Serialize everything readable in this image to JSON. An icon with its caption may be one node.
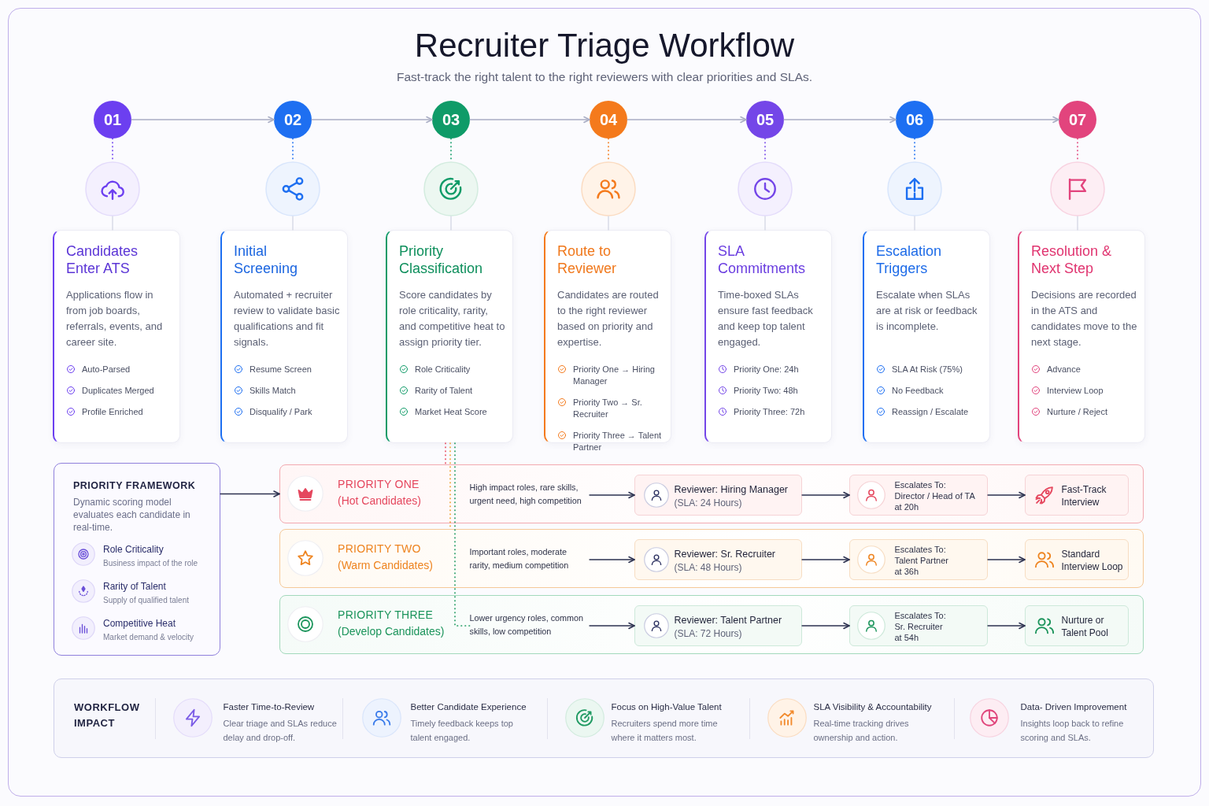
{
  "diagram": {
    "title": "Recruiter Triage Workflow",
    "nodes": [
      {
        "text": [
          "01"
        ]
      },
      {
        "text": [
          "02"
        ]
      },
      {
        "text": [
          "03"
        ]
      },
      {
        "text": [
          "04"
        ]
      },
      {
        "text": [
          "05"
        ]
      },
      {
        "text": [
          "06"
        ]
      },
      {
        "text": [
          "07"
        ]
      },
      {
        "text": [],
        "shape": "circle"
      },
      {
        "text": [],
        "shape": "circle"
      },
      {
        "text": [],
        "shape": "circle"
      },
      {
        "text": [],
        "shape": "circle"
      },
      {
        "text": [],
        "shape": "circle"
      },
      {
        "text": [],
        "shape": "circle"
      },
      {
        "text": [],
        "shape": "circle"
      },
      {
        "text": [
          "Candidates Enter ATS",
          "Applications flow in from job boards, referrals, events, and career site.",
          "Auto-Parsed",
          "Duplicates Merged",
          "Profile Enriched"
        ]
      },
      {
        "text": [
          "Initial Screening",
          "Automated + recruiter review to validate basic qualifications and fit signals.",
          "Resume Screen",
          "Skills Match",
          "Disqualify / Park"
        ]
      },
      {
        "text": [
          "Priority Classification",
          "Score candidates by role criticality, rarity, and competitive heat to assign priority tier.",
          "Role Criticality",
          "Rarity of Talent",
          "Market Heat Score"
        ]
      },
      {
        "text": [
          "Route to Reviewer",
          "Candidates are routed to the right reviewer based on priority and expertise.",
          "Priority One → Hiring Manager",
          "Priority Two → Sr. Recruiter",
          "Priority Three → Talent Partner"
        ]
      },
      {
        "text": [
          "SLA Commitments",
          "Time-boxed SLAs ensure fast feedback and keep top talent engaged.",
          "Priority One: 24h",
          "Priority Two: 48h",
          "Priority Three: 72h"
        ]
      },
      {
        "text": [
          "Escalation Triggers",
          "Escalate when SLAs are at risk or feedback is incomplete.",
          "SLA At Risk (75%)",
          "No Feedback",
          "Reassign / Escalate"
        ]
      },
      {
        "text": [
          "Resolution & Next Step",
          "Decisions are recorded in the ATS and candidates move to the next stage.",
          "Advance",
          "Interview Loop",
          "Nurture / Reject"
        ]
      },
      {
        "text": [
          "PRIORITY FRAMEWORK",
          "Dynamic scoring model evaluates each candidate in real-time.",
          "Role Criticality",
          "Business impact of the role",
          "Rarity of Talent",
          "Supply of qualified talent",
          "Competitive Heat",
          "Market demand & velocity"
        ]
      },
      {
        "text": [
          "PRIORITY ONE",
          "(Hot Candidates)"
        ]
      },
      {
        "text": [
          "High impact roles, rare skills, urgent need, high competition"
        ],
        "in": 22
      },
      {
        "text": [
          "Reviewer: Hiring Manager",
          "(SLA: 24 Hours)"
        ],
        "in": 22
      },
      {
        "text": [
          "Escalates To:",
          "Director / Head of TA at 20h"
        ],
        "in": 22
      },
      {
        "text": [
          "Fast-Track Interview"
        ],
        "in": 22
      },
      {
        "text": [
          "PRIORITY TWO",
          "(Warm Candidates)"
        ]
      },
      {
        "text": [
          "Important roles, moderate rarity, medium competition"
        ],
        "in": 27
      },
      {
        "text": [
          "Reviewer: Sr. Recruiter",
          "(SLA: 48 Hours)"
        ],
        "in": 27
      },
      {
        "text": [
          "Escalates To:",
          "Talent Partner at 36h"
        ],
        "in": 27
      },
      {
        "text": [
          "Standard Interview Loop"
        ],
        "in": 27
      },
      {
        "text": [
          "PRIORITY THREE",
          "(Develop Candidates)"
        ]
      },
      {
        "text": [
          "Lower urgency roles, common skills, low competition"
        ],
        "in": 32
      },
      {
        "text": [
          "Reviewer: Talent Partner",
          "(SLA: 72 Hours)"
        ],
        "in": 32
      },
      {
        "text": [
          "Escalates To:",
          "Sr. Recruiter at 54h"
        ],
        "in": 32
      },
      {
        "text": [
          "Nurture or Talent Pool"
        ],
        "in": 32
      },
      {
        "text": [
          "WORKFLOW IMPACT",
          "Faster Time-to-Review",
          "Clear triage and SLAs reduce delay and drop-off.",
          "Better Candidate Experience",
          "Timely feedback keeps top talent engaged.",
          "Focus on High-Value Talent",
          "Recruiters spend more time where it matters most.",
          "SLA Visibility & Accountability",
          "Real-time tracking drives ownership and action.",
          "Data- Driven Improvement",
          "Insights loop back to refine scoring and SLAs."
        ]
      }
    ],
    "edges": [
      {
        "from": 0,
        "to": 1,
        "arrow": "to",
        "color": "#a9adc4"
      },
      {
        "from": 1,
        "to": 2,
        "arrow": "to",
        "color": "#a9adc4"
      },
      {
        "from": 2,
        "to": 3,
        "arrow": "to",
        "color": "#a9adc4"
      },
      {
        "from": 3,
        "to": 4,
        "arrow": "to",
        "color": "#a9adc4"
      },
      {
        "from": 4,
        "to": 5,
        "arrow": "to",
        "color": "#a9adc4"
      },
      {
        "from": 5,
        "to": 6,
        "arrow": "to",
        "color": "#a9adc4"
      },
      {
        "from": 0,
        "to": 7,
        "arrow": "none",
        "style": "dashed",
        "color": "#6c3ff0"
      },
      {
        "from": 1,
        "to": 8,
        "arrow": "none",
        "style": "dashed",
        "color": "#1e6ff1"
      },
      {
        "from": 2,
        "to": 9,
        "arrow": "none",
        "style": "dashed",
        "color": "#0f9b68"
      },
      {
        "from": 3,
        "to": 10,
        "arrow": "none",
        "style": "dashed",
        "color": "#f47a1c"
      },
      {
        "from": 4,
        "to": 11,
        "arrow": "none",
        "style": "dashed",
        "color": "#7446e8"
      },
      {
        "from": 5,
        "to": 12,
        "arrow": "none",
        "style": "dashed",
        "color": "#1d6ff2"
      },
      {
        "from": 6,
        "to": 13,
        "arrow": "none",
        "style": "dashed",
        "color": "#e2447d"
      },
      {
        "from": 7,
        "to": 14,
        "arrow": "none",
        "color": "#d3d6e3"
      },
      {
        "from": 8,
        "to": 15,
        "arrow": "none",
        "color": "#d3d6e3"
      },
      {
        "from": 9,
        "to": 16,
        "arrow": "none",
        "color": "#d3d6e3"
      },
      {
        "from": 10,
        "to": 17,
        "arrow": "none",
        "color": "#d3d6e3"
      },
      {
        "from": 11,
        "to": 18,
        "arrow": "none",
        "color": "#d3d6e3"
      },
      {
        "from": 12,
        "to": 19,
        "arrow": "none",
        "color": "#d3d6e3"
      },
      {
        "from": 13,
        "to": 20,
        "arrow": "none",
        "color": "#d3d6e3"
      },
      {
        "from": 21,
        "to": 22,
        "arrow": "to"
      },
      {
        "from": 16,
        "to": 22,
        "arrow": "none",
        "style": "dashed",
        "color": "#e84a5f"
      },
      {
        "from": 16,
        "to": 27,
        "arrow": "none",
        "style": "dashed",
        "color": "#f0a030"
      },
      {
        "from": 16,
        "to": 33,
        "arrow": "none",
        "style": "dashed",
        "color": "#1f9a60"
      },
      {
        "from": 23,
        "to": 24,
        "arrow": "to"
      },
      {
        "from": 24,
        "to": 25,
        "arrow": "to"
      },
      {
        "from": 25,
        "to": 26,
        "arrow": "to"
      },
      {
        "from": 28,
        "to": 29,
        "arrow": "to"
      },
      {
        "from": 29,
        "to": 30,
        "arrow": "to"
      },
      {
        "from": 30,
        "to": 31,
        "arrow": "to"
      },
      {
        "from": 33,
        "to": 34,
        "arrow": "to"
      },
      {
        "from": 34,
        "to": 35,
        "arrow": "to"
      },
      {
        "from": 35,
        "to": 36,
        "arrow": "to"
      }
    ],
    "labels": [
      "Fast-track the right talent to the right reviewers with clear priorities and SLAs."
    ]
  }
}
